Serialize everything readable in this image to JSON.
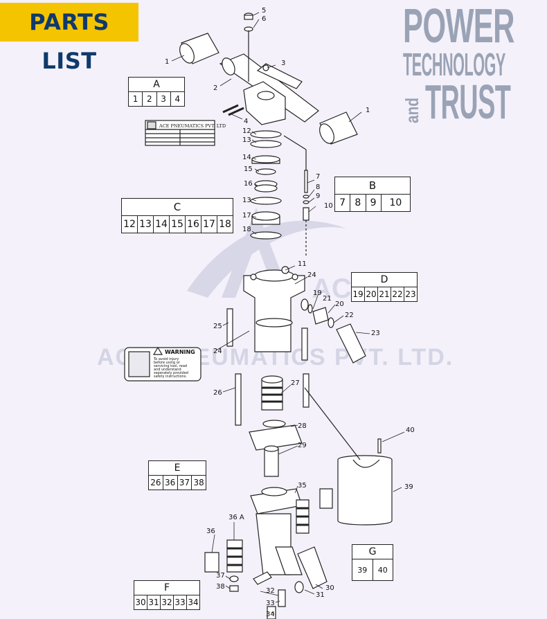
{
  "header": {
    "title": "PARTS LIST"
  },
  "brand": {
    "line1": "POWER",
    "line2": "TECHNOLOGY",
    "line3": "and",
    "line4": "TRUST"
  },
  "watermark": {
    "text": "ACE PNEUMATICS PVT. LTD.",
    "logo_text": "ACE"
  },
  "nameplate": {
    "company": "ACE PNEUMATICS PVT. LTD"
  },
  "warning_label": {
    "heading": "WARNING",
    "body": [
      "To avoid injury",
      "before using or",
      "servicing tool, read",
      "and understand",
      "seperately provided",
      "safety instructions."
    ]
  },
  "groups": {
    "A": {
      "label": "A",
      "parts": [
        "1",
        "2",
        "3",
        "4"
      ]
    },
    "B": {
      "label": "B",
      "parts": [
        "7",
        "8",
        "9",
        "10"
      ]
    },
    "C": {
      "label": "C",
      "parts": [
        "12",
        "13",
        "14",
        "15",
        "16",
        "17",
        "18"
      ]
    },
    "D": {
      "label": "D",
      "parts": [
        "19",
        "20",
        "21",
        "22",
        "23"
      ]
    },
    "E": {
      "label": "E",
      "parts": [
        "26",
        "36",
        "37",
        "38"
      ]
    },
    "F": {
      "label": "F",
      "parts": [
        "30",
        "31",
        "32",
        "33",
        "34"
      ]
    },
    "G": {
      "label": "G",
      "parts": [
        "39",
        "40"
      ]
    }
  },
  "callouts": [
    "1",
    "1",
    "2",
    "3",
    "4",
    "5",
    "6",
    "7",
    "8",
    "9",
    "10",
    "11",
    "12",
    "13",
    "13",
    "14",
    "15",
    "16",
    "17",
    "18",
    "19",
    "20",
    "21",
    "22",
    "23",
    "24",
    "24",
    "25",
    "26",
    "27",
    "28",
    "29",
    "30",
    "31",
    "32",
    "33",
    "34",
    "35",
    "36",
    "36 A",
    "37",
    "38",
    "39",
    "40"
  ]
}
